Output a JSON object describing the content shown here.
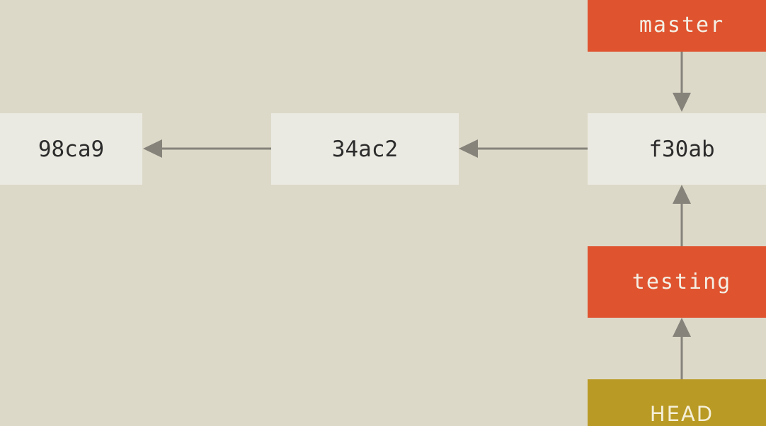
{
  "commits": [
    {
      "id": "98ca9"
    },
    {
      "id": "34ac2"
    },
    {
      "id": "f30ab"
    }
  ],
  "branches": {
    "master": "master",
    "testing": "testing"
  },
  "head": {
    "label": "HEAD"
  },
  "colors": {
    "background": "#ddd9c9",
    "commit_box": "#ebeae2",
    "branch_box": "#df532f",
    "head_box": "#b99a24",
    "arrow": "#85837a"
  }
}
